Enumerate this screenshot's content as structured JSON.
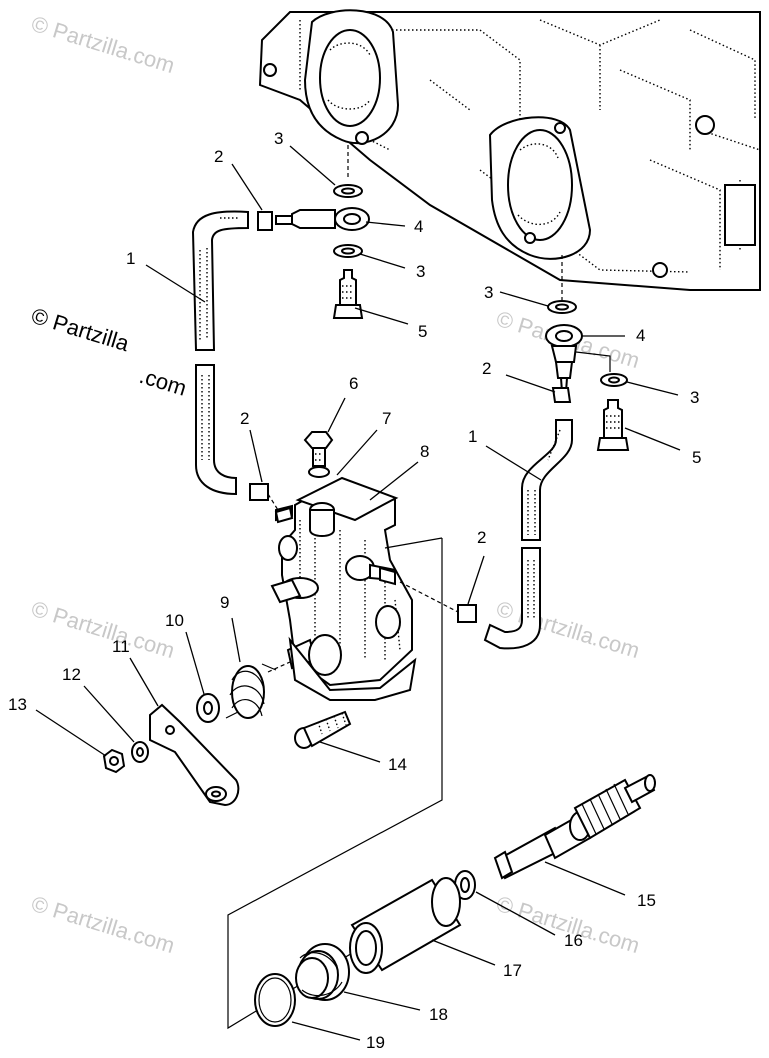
{
  "diagram": {
    "callouts": [
      {
        "id": "c1a",
        "label": "1"
      },
      {
        "id": "c2a",
        "label": "2"
      },
      {
        "id": "c3a",
        "label": "3"
      },
      {
        "id": "c4a",
        "label": "4"
      },
      {
        "id": "c3b",
        "label": "3"
      },
      {
        "id": "c5a",
        "label": "5"
      },
      {
        "id": "c3c",
        "label": "3"
      },
      {
        "id": "c4b",
        "label": "4"
      },
      {
        "id": "c2b",
        "label": "2"
      },
      {
        "id": "c3d",
        "label": "3"
      },
      {
        "id": "c5b",
        "label": "5"
      },
      {
        "id": "c6",
        "label": "6"
      },
      {
        "id": "c7",
        "label": "7"
      },
      {
        "id": "c8",
        "label": "8"
      },
      {
        "id": "c2c",
        "label": "2"
      },
      {
        "id": "c1b",
        "label": "1"
      },
      {
        "id": "c2d",
        "label": "2"
      },
      {
        "id": "c9",
        "label": "9"
      },
      {
        "id": "c10",
        "label": "10"
      },
      {
        "id": "c11",
        "label": "11"
      },
      {
        "id": "c12",
        "label": "12"
      },
      {
        "id": "c13",
        "label": "13"
      },
      {
        "id": "c14",
        "label": "14"
      },
      {
        "id": "c15",
        "label": "15"
      },
      {
        "id": "c16",
        "label": "16"
      },
      {
        "id": "c17",
        "label": "17"
      },
      {
        "id": "c18",
        "label": "18"
      },
      {
        "id": "c19",
        "label": "19"
      }
    ],
    "watermarks": {
      "text": "© Partzilla.com",
      "strong_line1": "© Partzilla",
      "strong_line2": ".com"
    }
  }
}
